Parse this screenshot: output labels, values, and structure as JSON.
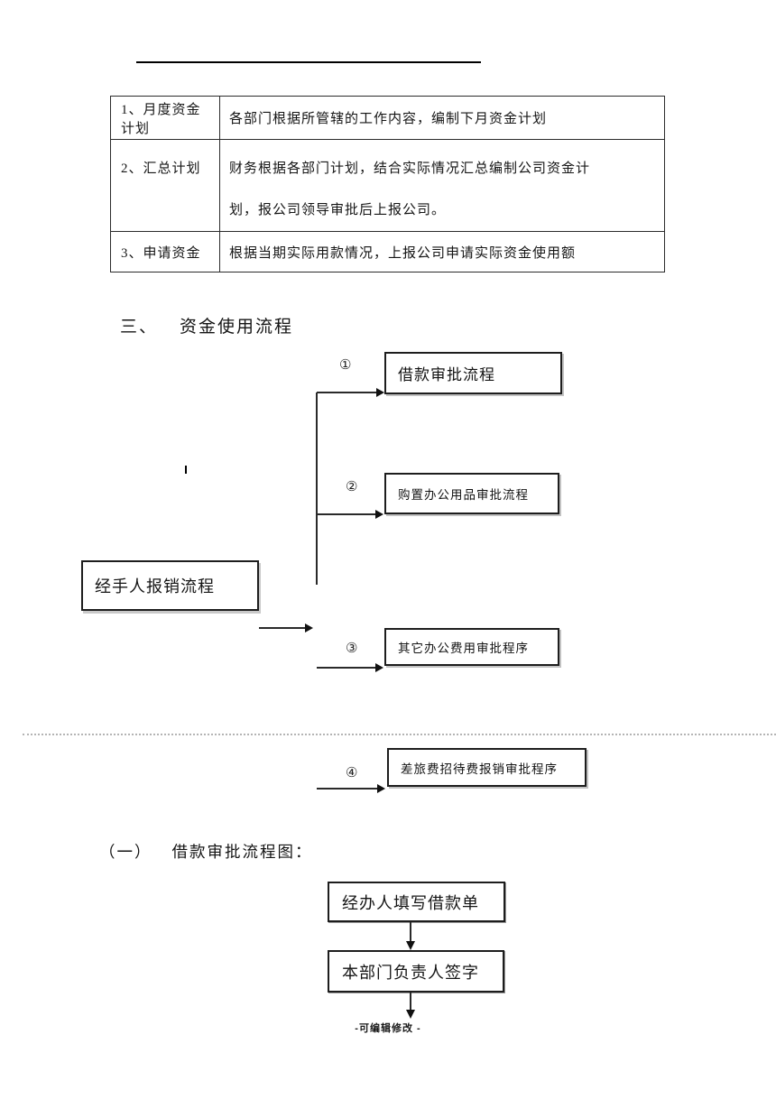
{
  "table": {
    "rows": [
      {
        "label": "1、月度资金计划",
        "content": [
          "各部门根据所管辖的工作内容，编制下月资金计划",
          ""
        ]
      },
      {
        "label": "2、汇总计划",
        "content": [
          "财务根据各部门计划，结合实际情况汇总编制公司资金计",
          "划，报公司领导审批后上报公司。"
        ]
      },
      {
        "label": "3、申请资金",
        "content": [
          "根据当期实际用款情况，上报公司申请实际资金使用额",
          ""
        ]
      }
    ]
  },
  "section_heading": {
    "marker": "三、",
    "title": "资金使用流程"
  },
  "flowchart": {
    "source_box": "经手人报销流程",
    "branches": [
      {
        "number": "①",
        "label": "借款审批流程"
      },
      {
        "number": "②",
        "label": "购置办公用品审批流程"
      },
      {
        "number": "③",
        "label": "其它办公费用审批程序"
      },
      {
        "number": "④",
        "label": "差旅费招待费报销审批程序"
      }
    ]
  },
  "subsection_heading": {
    "marker": "（一）",
    "title": "借款审批流程图："
  },
  "loan_flow": {
    "steps": [
      "经办人填写借款单",
      "本部门负责人签字"
    ]
  },
  "footer": {
    "text": "-可编辑修改 -"
  },
  "colors": {
    "text": "#111111",
    "border": "#2b2b2b",
    "dotted_break": "#b4b4b4"
  }
}
